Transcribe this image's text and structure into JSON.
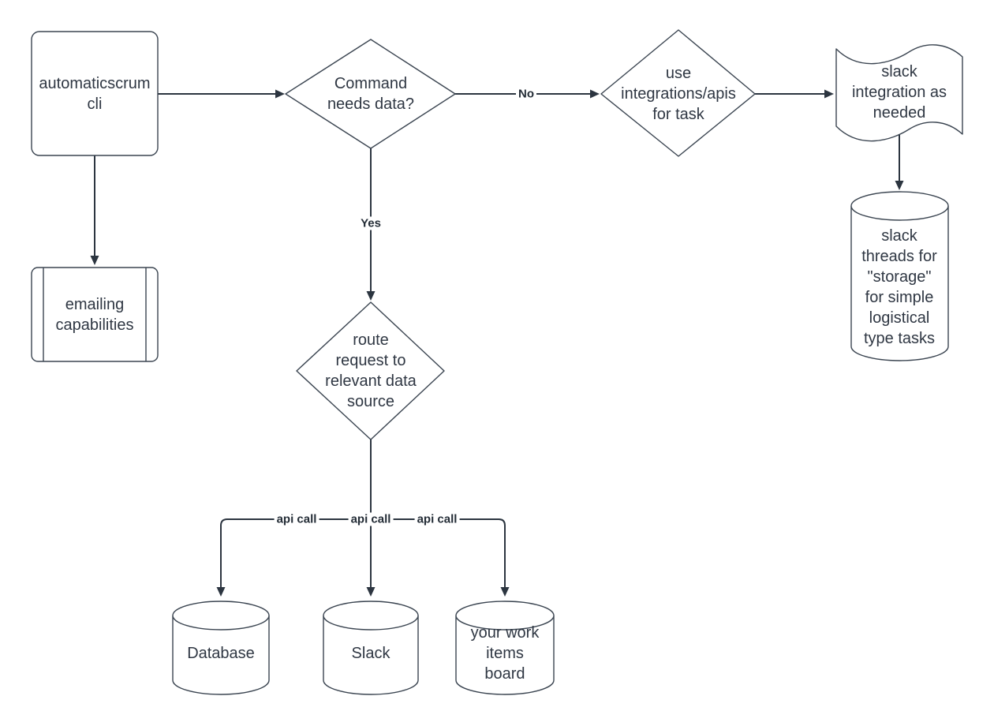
{
  "diagram": {
    "type": "flowchart",
    "colors": {
      "background": "#ffffff",
      "shape_fill": "#ffffff",
      "shape_stroke": "#3b4551",
      "connector_stroke": "#2c3540",
      "text": "#2f3743"
    },
    "nodes": [
      {
        "id": "automaticscrum-cli",
        "shape": "rounded-rectangle",
        "label": "automaticscrum\ncli"
      },
      {
        "id": "emailing-capabilities",
        "shape": "predefined-process",
        "label": "emailing\ncapabilities"
      },
      {
        "id": "command-needs-data",
        "shape": "decision-diamond",
        "label": "Command\nneeds data?"
      },
      {
        "id": "use-integrations-apis",
        "shape": "decision-diamond",
        "label": "use\nintegrations/apis\nfor task"
      },
      {
        "id": "slack-integration",
        "shape": "wave-document",
        "label": "slack\nintegration as\nneeded"
      },
      {
        "id": "slack-threads-storage",
        "shape": "cylinder-database",
        "label": "slack\nthreads for\n\"storage\"\nfor simple\nlogistical\ntype tasks"
      },
      {
        "id": "route-request",
        "shape": "decision-diamond",
        "label": "route\nrequest to\nrelevant data\nsource"
      },
      {
        "id": "database",
        "shape": "cylinder-database",
        "label": "Database"
      },
      {
        "id": "slack",
        "shape": "cylinder-database",
        "label": "Slack"
      },
      {
        "id": "work-items-board",
        "shape": "cylinder-database",
        "label": "your work\nitems\nboard"
      }
    ],
    "edges": [
      {
        "from": "automaticscrum-cli",
        "to": "command-needs-data",
        "label": ""
      },
      {
        "from": "automaticscrum-cli",
        "to": "emailing-capabilities",
        "label": ""
      },
      {
        "from": "command-needs-data",
        "to": "use-integrations-apis",
        "label": "No"
      },
      {
        "from": "command-needs-data",
        "to": "route-request",
        "label": "Yes"
      },
      {
        "from": "use-integrations-apis",
        "to": "slack-integration",
        "label": ""
      },
      {
        "from": "slack-integration",
        "to": "slack-threads-storage",
        "label": ""
      },
      {
        "from": "route-request",
        "to": "database",
        "label": "api call"
      },
      {
        "from": "route-request",
        "to": "slack",
        "label": "api call"
      },
      {
        "from": "route-request",
        "to": "work-items-board",
        "label": "api call"
      }
    ]
  }
}
